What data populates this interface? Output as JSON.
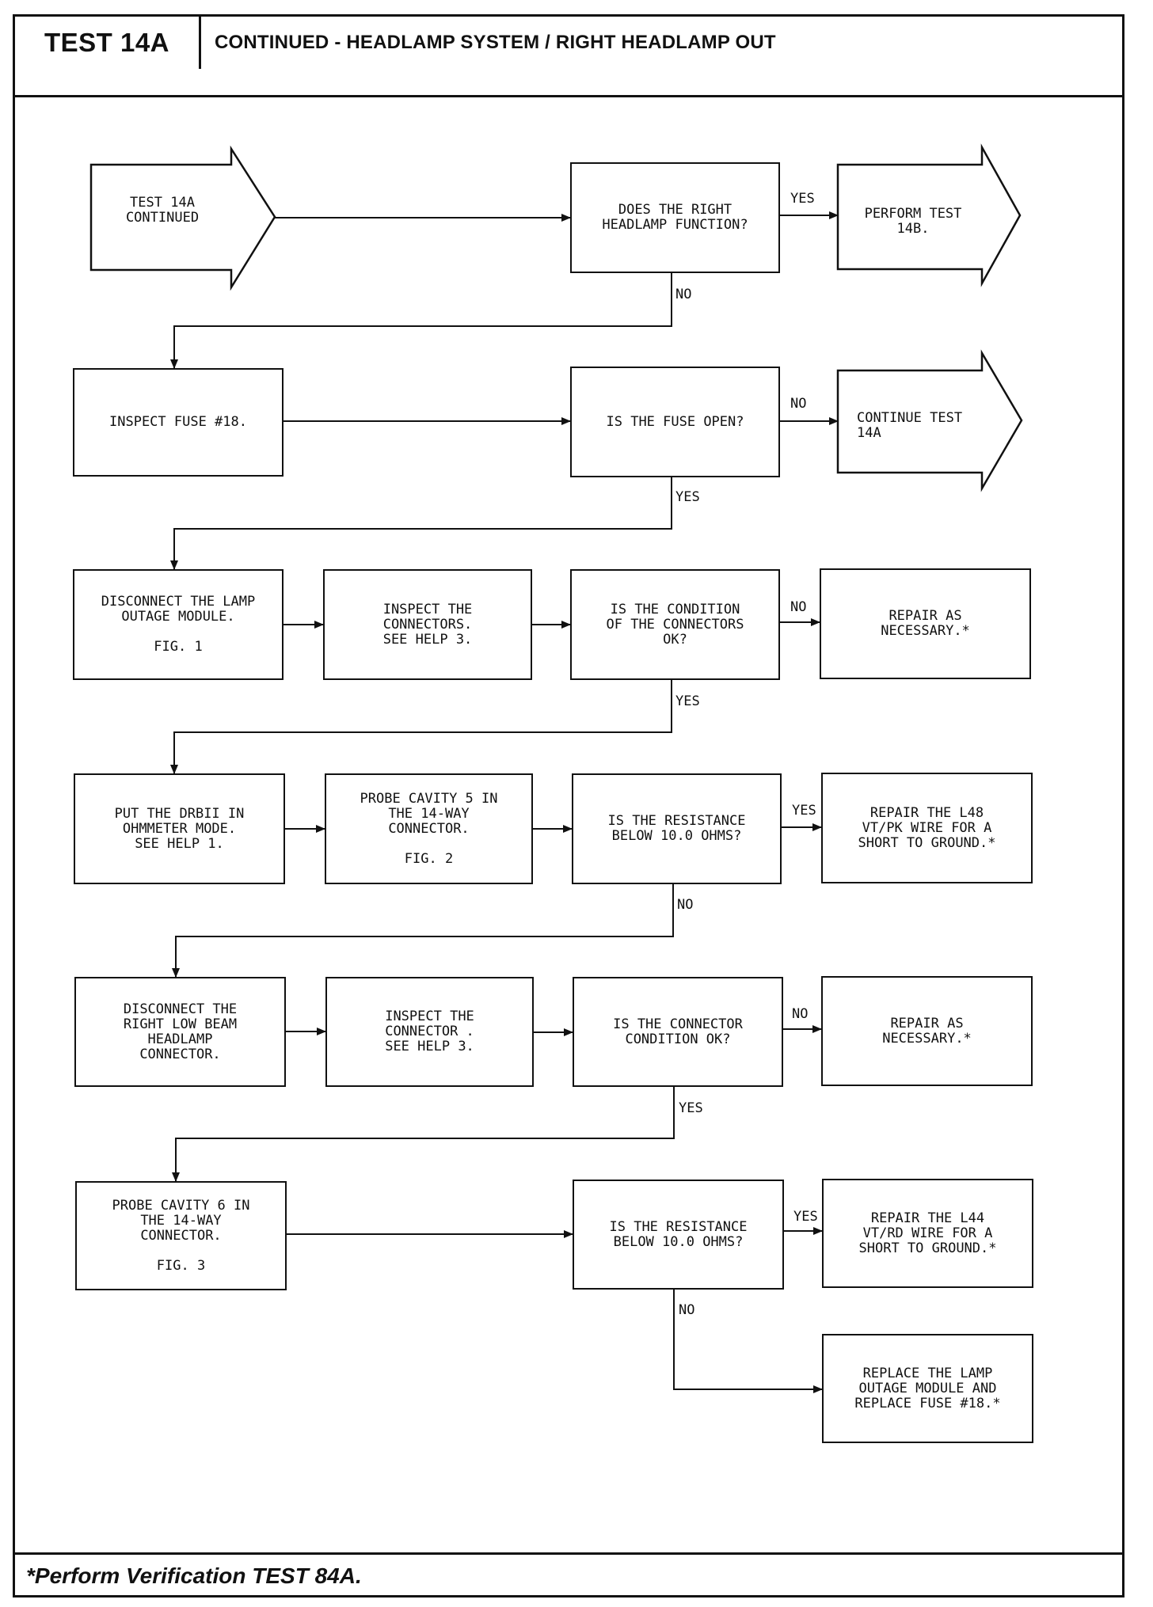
{
  "header": {
    "test_id": "TEST 14A",
    "title": "CONTINUED - HEADLAMP SYSTEM / RIGHT HEADLAMP OUT"
  },
  "footer": {
    "note": "*Perform Verification TEST 84A."
  },
  "nodes": {
    "start": "TEST 14A\nCONTINUED",
    "q_headlamp": "DOES THE RIGHT\nHEADLAMP FUNCTION?",
    "perform_14b": "PERFORM TEST\n14B.",
    "inspect_fuse": "INSPECT FUSE #18.",
    "q_fuse_open": "IS THE FUSE OPEN?",
    "continue_14a": "CONTINUE TEST\n14A",
    "disconnect_lamp_module": "DISCONNECT THE LAMP\nOUTAGE MODULE.\n\nFIG. 1",
    "inspect_connectors": "INSPECT THE\nCONNECTORS.\nSEE HELP 3.",
    "q_connectors_ok": "IS THE CONDITION\nOF THE CONNECTORS\nOK?",
    "repair_1": "REPAIR AS\nNECESSARY.*",
    "put_drbii": "PUT THE DRBII IN\nOHMMETER MODE.\nSEE HELP 1.",
    "probe_cavity5": "PROBE CAVITY 5 IN\nTHE 14-WAY\nCONNECTOR.\n\nFIG. 2",
    "q_resistance_1": "IS THE RESISTANCE\nBELOW 10.0 OHMS?",
    "repair_l48": "REPAIR THE L48\nVT/PK WIRE FOR A\nSHORT TO GROUND.*",
    "disconnect_low_beam": "DISCONNECT THE\nRIGHT LOW BEAM\nHEADLAMP\nCONNECTOR.",
    "inspect_connector": "INSPECT THE\nCONNECTOR .\nSEE HELP 3.",
    "q_connector_condition": "IS THE CONNECTOR\nCONDITION OK?",
    "repair_2": "REPAIR AS\nNECESSARY.*",
    "probe_cavity6": "PROBE CAVITY 6 IN\nTHE 14-WAY\nCONNECTOR.\n\nFIG. 3",
    "q_resistance_2": "IS THE RESISTANCE\nBELOW 10.0 OHMS?",
    "repair_l44": "REPAIR THE L44\nVT/RD WIRE FOR A\nSHORT TO GROUND.*",
    "replace_module": "REPLACE THE LAMP\nOUTAGE MODULE AND\nREPLACE FUSE #18.*"
  },
  "labels": {
    "yes": "YES",
    "no": "NO"
  }
}
